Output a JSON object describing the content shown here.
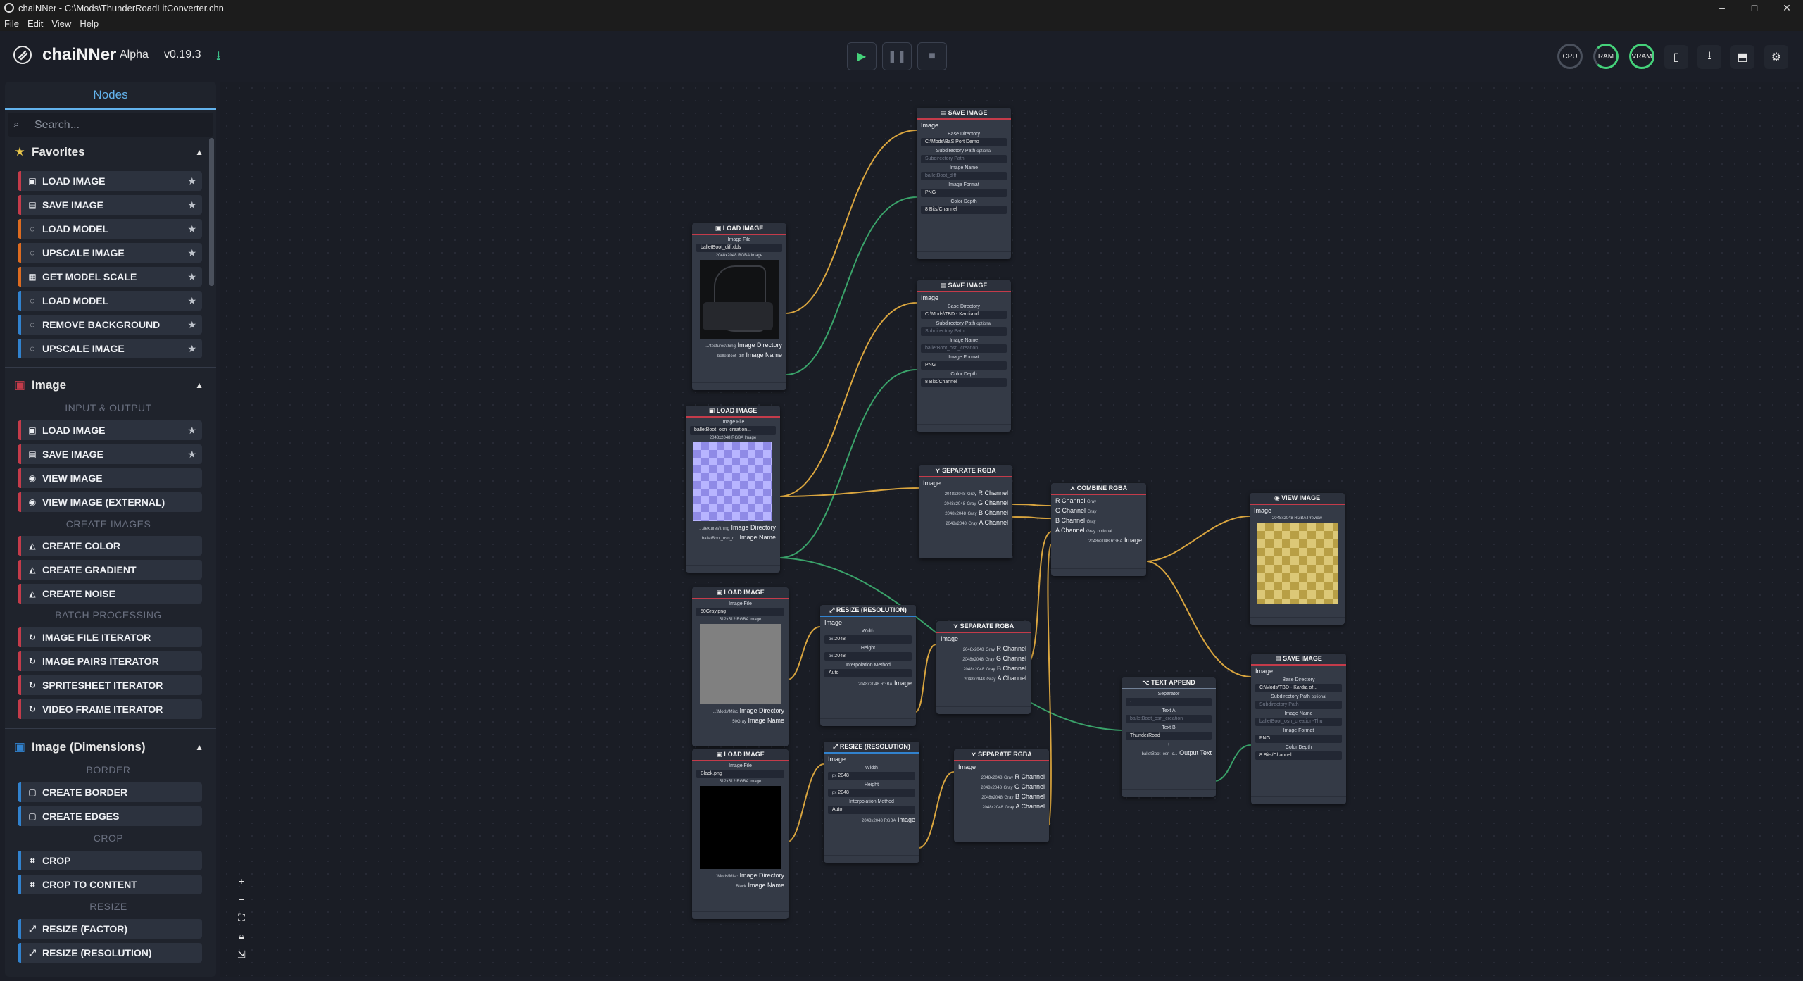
{
  "window": {
    "title": "chaiNNer - C:\\Mods\\ThunderRoadLitConverter.chn",
    "controls": [
      "–",
      "□",
      "✕"
    ]
  },
  "menu": [
    "File",
    "Edit",
    "View",
    "Help"
  ],
  "header": {
    "app_name": "chaiNNer",
    "channel": "Alpha",
    "version": "v0.19.3",
    "run_icon": "play-icon",
    "pause_icon": "pause-icon",
    "stop_icon": "stop-icon",
    "gauges": [
      {
        "label": "CPU",
        "color": "#4a505c"
      },
      {
        "label": "RAM",
        "color": "#45d27a"
      },
      {
        "label": "VRAM",
        "color": "#45d27a"
      }
    ]
  },
  "sidebar": {
    "tab": "Nodes",
    "search_placeholder": "Search...",
    "favorites": {
      "title": "Favorites",
      "items": [
        {
          "label": "LOAD IMAGE",
          "color": "#c43b4a"
        },
        {
          "label": "SAVE IMAGE",
          "color": "#c43b4a"
        },
        {
          "label": "LOAD MODEL",
          "color": "#dd6b20"
        },
        {
          "label": "UPSCALE IMAGE",
          "color": "#dd6b20"
        },
        {
          "label": "GET MODEL SCALE",
          "color": "#dd6b20"
        },
        {
          "label": "LOAD MODEL",
          "color": "#3182ce"
        },
        {
          "label": "REMOVE BACKGROUND",
          "color": "#3182ce"
        },
        {
          "label": "UPSCALE IMAGE",
          "color": "#3182ce"
        }
      ]
    },
    "image": {
      "title": "Image",
      "groups": [
        {
          "name": "INPUT & OUTPUT",
          "items": [
            "LOAD IMAGE",
            "SAVE IMAGE",
            "VIEW IMAGE",
            "VIEW IMAGE (EXTERNAL)"
          ],
          "starred": [
            true,
            true,
            false,
            false
          ]
        },
        {
          "name": "CREATE IMAGES",
          "items": [
            "CREATE COLOR",
            "CREATE GRADIENT",
            "CREATE NOISE"
          ],
          "starred": [
            false,
            false,
            false
          ]
        },
        {
          "name": "BATCH PROCESSING",
          "items": [
            "IMAGE FILE ITERATOR",
            "IMAGE PAIRS ITERATOR",
            "SPRITESHEET ITERATOR",
            "VIDEO FRAME ITERATOR"
          ],
          "starred": [
            false,
            false,
            false,
            false
          ]
        }
      ]
    },
    "image_dimensions": {
      "title": "Image (Dimensions)",
      "groups": [
        {
          "name": "BORDER",
          "items": [
            "CREATE BORDER",
            "CREATE EDGES"
          ]
        },
        {
          "name": "CROP",
          "items": [
            "CROP",
            "CROP TO CONTENT"
          ]
        },
        {
          "name": "RESIZE",
          "items": [
            "RESIZE (FACTOR)",
            "RESIZE (RESOLUTION)"
          ]
        }
      ]
    }
  },
  "colors": {
    "image_category": "#c43b4a",
    "dimension_category": "#3182ce",
    "image_edge": "#d9a53f",
    "text_edge": "#3aa36a",
    "directory_edge": "#9f7aea"
  },
  "nodes": {
    "save1": {
      "title": "SAVE IMAGE",
      "input": "Image",
      "base_dir_label": "Base Directory",
      "base_dir": "C:\\Mods\\BaS Port Demo",
      "subdir_label": "Subdirectory Path",
      "optional": "optional",
      "subdir_ph": "Subdirectory Path",
      "name_label": "Image Name",
      "name_ph": "balletBoot_diff",
      "format_label": "Image Format",
      "format": "PNG",
      "depth_label": "Color Depth",
      "depth": "8 Bits/Channel"
    },
    "save2": {
      "title": "SAVE IMAGE",
      "input": "Image",
      "base_dir_label": "Base Directory",
      "base_dir": "C:\\Mods\\TBD - Kardia of...",
      "subdir_label": "Subdirectory Path",
      "optional": "optional",
      "subdir_ph": "Subdirectory Path",
      "name_label": "Image Name",
      "name_ph": "balletBoot_osn_creation",
      "format_label": "Image Format",
      "format": "PNG",
      "depth_label": "Color Depth",
      "depth": "8 Bits/Channel"
    },
    "save3": {
      "title": "SAVE IMAGE",
      "input": "Image",
      "base_dir_label": "Base Directory",
      "base_dir": "C:\\Mods\\TBD - Kardia of...",
      "subdir_label": "Subdirectory Path",
      "optional": "optional",
      "subdir_ph": "Subdirectory Path",
      "name_label": "Image Name",
      "name_ph": "balletBoot_osn_creation-Thu",
      "format_label": "Image Format",
      "format": "PNG",
      "depth_label": "Color Depth",
      "depth": "8 Bits/Channel"
    },
    "load1": {
      "title": "LOAD IMAGE",
      "file_label": "Image File",
      "file": "balletBoot_diff.dds",
      "meta": "2048x2048  RGBA  Image",
      "out1": "Image Directory",
      "out2": "Image Name",
      "tiny1": "...\\textures\\thing",
      "tiny2": "balletBoot_diff",
      "preview": "#111214"
    },
    "load2": {
      "title": "LOAD IMAGE",
      "file_label": "Image File",
      "file": "balletBoot_osn_creation...",
      "meta": "2048x2048  RGBA  Image",
      "out1": "Image Directory",
      "out2": "Image Name",
      "tiny1": "...\\textures\\thing",
      "tiny2": "balletBoot_osn_c...",
      "preview": "#a6a3f2"
    },
    "load3": {
      "title": "LOAD IMAGE",
      "file_label": "Image File",
      "file": "50Gray.png",
      "meta": "512x512  RGBA  Image",
      "out1": "Image Directory",
      "out2": "Image Name",
      "tiny1": "...\\Mods\\Misc",
      "tiny2": "50Gray",
      "preview": "#808080"
    },
    "load4": {
      "title": "LOAD IMAGE",
      "file_label": "Image File",
      "file": "Black.png",
      "meta": "512x512  RGBA  Image",
      "out1": "Image Directory",
      "out2": "Image Name",
      "tiny1": "...\\Mods\\Misc",
      "tiny2": "Black",
      "preview": "#000000"
    },
    "sep1": {
      "title": "SEPARATE RGBA",
      "input": "Image",
      "outs": [
        "R Channel",
        "G Channel",
        "B Channel",
        "A Channel"
      ],
      "meta": "2048x2048",
      "gray": "Gray"
    },
    "sep2": {
      "title": "SEPARATE RGBA",
      "input": "Image",
      "outs": [
        "R Channel",
        "G Channel",
        "B Channel",
        "A Channel"
      ],
      "meta": "2048x2048",
      "gray": "Gray"
    },
    "sep3": {
      "title": "SEPARATE RGBA",
      "input": "Image",
      "outs": [
        "R Channel",
        "G Channel",
        "B Channel",
        "A Channel"
      ],
      "meta": "2048x2048",
      "gray": "Gray"
    },
    "combine": {
      "title": "COMBINE RGBA",
      "ins": [
        "R Channel",
        "G Channel",
        "B Channel",
        "A Channel"
      ],
      "gray": "Gray",
      "optional": "optional",
      "output": "Image",
      "meta": "2048x2048  RGBA"
    },
    "view": {
      "title": "VIEW IMAGE",
      "input": "Image",
      "meta": "2048x2048  RGBA  Preview",
      "preview": "#c9b25a"
    },
    "resize1": {
      "title": "RESIZE (RESOLUTION)",
      "input": "Image",
      "width_label": "Width",
      "width": "2048",
      "height_label": "Height",
      "height": "2048",
      "unit": "px",
      "interp_label": "Interpolation Method",
      "interp": "Auto",
      "output": "Image",
      "meta": "2048x2048  RGBA"
    },
    "resize2": {
      "title": "RESIZE (RESOLUTION)",
      "input": "Image",
      "width_label": "Width",
      "width": "2048",
      "height_label": "Height",
      "height": "2048",
      "unit": "px",
      "interp_label": "Interpolation Method",
      "interp": "Auto",
      "output": "Image",
      "meta": "2048x2048  RGBA"
    },
    "textappend": {
      "title": "TEXT APPEND",
      "sep_label": "Separator",
      "sep": "-",
      "a_label": "Text A",
      "a_ph": "balletBoot_osn_creation",
      "b_label": "Text B",
      "b": "ThunderRoad",
      "output": "Output Text",
      "tiny": "balletBoot_osn_c..."
    }
  }
}
